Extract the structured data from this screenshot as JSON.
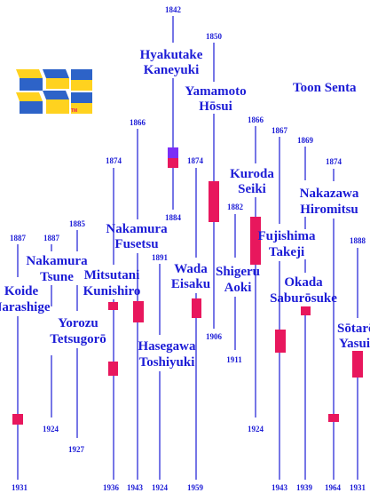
{
  "title": "Toon Senta",
  "logo": {
    "mark": "TM"
  },
  "colors": {
    "text": "#1c1cd6",
    "marker": "#e8175d",
    "marker_alt": "#7b2ff7",
    "logo_blue": "#2d63c8",
    "logo_yellow": "#ffd21f"
  },
  "artists": [
    {
      "id": "hyakutake",
      "name": [
        "Hyakutake",
        "Kaneyuki"
      ],
      "birth": "1842",
      "death": "1884"
    },
    {
      "id": "yamamoto",
      "name": [
        "Yamamoto",
        "Hōsui"
      ],
      "birth": "1850",
      "death": "1906"
    },
    {
      "id": "nakamura-f",
      "name": [
        "Nakamura",
        "Fusetsu"
      ],
      "birth": "1866",
      "death": "1943"
    },
    {
      "id": "kuroda",
      "name": [
        "Kuroda",
        "Seiki"
      ],
      "birth": "1866",
      "death": "1924"
    },
    {
      "id": "wada",
      "name": [
        "Wada",
        "Eisaku"
      ],
      "birth": "1874",
      "death": "1959"
    },
    {
      "id": "mitsutani",
      "name": [
        "Mitsutani",
        "Kunishiro"
      ],
      "birth": "1874",
      "death": "1936"
    },
    {
      "id": "fujishima",
      "name": [
        "Fujishima",
        "Takeji"
      ],
      "birth": "1867",
      "death": "1943"
    },
    {
      "id": "okada",
      "name": [
        "Okada",
        "Saburōsuke"
      ],
      "birth": "1869",
      "death": "1939"
    },
    {
      "id": "nakazawa",
      "name": [
        "Nakazawa",
        "Hiromitsu"
      ],
      "birth": "1874",
      "death": "1964"
    },
    {
      "id": "shigeru",
      "name": [
        "Shigeru",
        "Aoki"
      ],
      "birth": "1882",
      "death": "1911"
    },
    {
      "id": "hasegawa",
      "name": [
        "Hasegawa",
        "Toshiyuki"
      ],
      "birth": "1891",
      "death": "1924"
    },
    {
      "id": "nakamura-t",
      "name": [
        "Nakamura",
        "Tsune"
      ],
      "birth": "1887",
      "death": "1924"
    },
    {
      "id": "yorozu",
      "name": [
        "Yorozu",
        "Tetsugorō"
      ],
      "birth": "1885",
      "death": "1927"
    },
    {
      "id": "koide",
      "name": [
        "Koide",
        "Narashige"
      ],
      "birth": "1887",
      "death": "1931"
    },
    {
      "id": "sotaro",
      "name": [
        "Sōtarō",
        "Yasui"
      ],
      "birth": "1888",
      "death": "1931"
    }
  ]
}
